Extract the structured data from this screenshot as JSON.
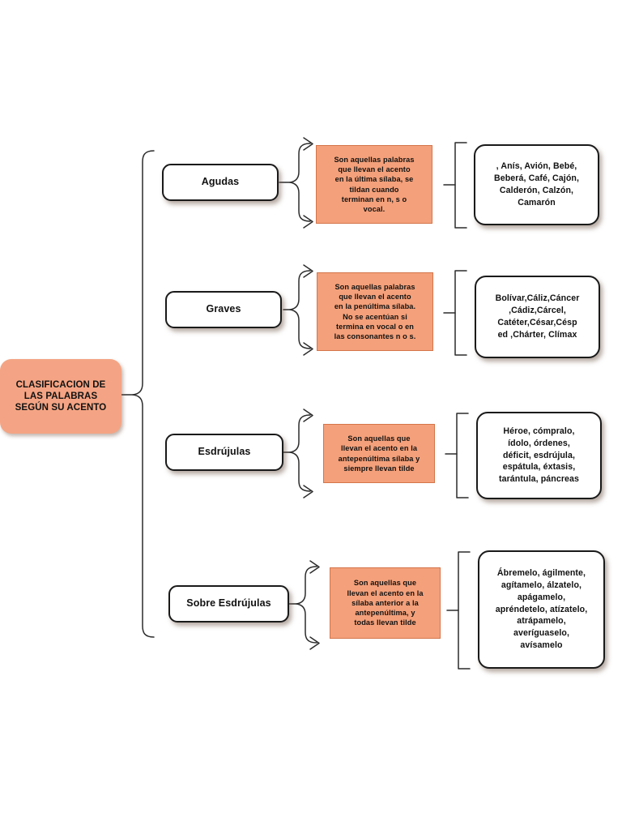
{
  "document": {
    "title": "CLASIFICACION DE LAS PALABRAS SEGÚN SU ACENTO",
    "type": "diagram",
    "background_color": "#ffffff"
  },
  "colors": {
    "accent_orange": "#F4A484",
    "definition_orange": "#F4A07A",
    "definition_border": "#D4754B",
    "node_border": "#1a1a1a",
    "node_fill": "#ffffff",
    "text": "#111111",
    "connector": "#2b2b2b"
  },
  "root": {
    "label": "CLASIFICACION DE LAS PALABRAS SEGÚN SU ACENTO",
    "lines": [
      "CLASIFICACION DE",
      "LAS PALABRAS",
      "SEGÚN SU ACENTO"
    ]
  },
  "branches": [
    {
      "id": "agudas",
      "category": "Agudas",
      "definition": "Son aquellas palabras que llevan el acento en la última sílaba, se tildan cuando terminan en n, s o vocal.",
      "definition_lines": [
        "Son aquellas palabras",
        "que llevan el acento",
        "en la última sílaba, se",
        "tildan cuando",
        "terminan en n, s o",
        "vocal."
      ],
      "examples": ", Anís, Avión, Bebé, Beberá, Café, Cajón, Calderón, Calzón, Camarón",
      "examples_lines": [
        ", Anís, Avión, Bebé,",
        "Beberá, Café, Cajón,",
        "Calderón, Calzón,",
        "Camarón"
      ]
    },
    {
      "id": "graves",
      "category": "Graves",
      "definition": "Son aquellas palabras que llevan el acento en la penúltima sílaba. No se acentúan si termina en vocal o en las consonantes n o s.",
      "definition_lines": [
        "Son aquellas palabras",
        "que llevan el acento",
        "en la penúltima sílaba.",
        "No se acentúan si",
        "termina en vocal o en",
        "las consonantes n o s."
      ],
      "examples": "Bolívar,Cáliz,Cáncer ,Cádiz,Cárcel, Catéter,César,Césped ,Chárter, Clímax",
      "examples_lines": [
        "Bolívar,Cáliz,Cáncer",
        ",Cádiz,Cárcel,",
        "Catéter,César,Césp",
        "ed ,Chárter, Clímax"
      ]
    },
    {
      "id": "esdrujulas",
      "category": "Esdrújulas",
      "definition": "Son aquellas que llevan el acento en la antepenúltima sílaba y siempre llevan tilde",
      "definition_lines": [
        "Son aquellas que",
        "llevan el acento en la",
        "antepenúltima sílaba y",
        "siempre llevan tilde"
      ],
      "examples": "Héroe, cómpralo, ídolo, órdenes, déficit, esdrújula, espátula, éxtasis, tarántula, páncreas",
      "examples_lines": [
        "Héroe, cómpralo,",
        "ídolo, órdenes,",
        "déficit, esdrújula,",
        "espátula, éxtasis,",
        "tarántula, páncreas"
      ]
    },
    {
      "id": "sobre-esdrujulas",
      "category": "Sobre Esdrújulas",
      "definition": "Son aquellas que llevan el acento en la sílaba anterior a la antepenúltima, y todas llevan tilde",
      "definition_lines": [
        "Son aquellas que",
        "llevan el acento en la",
        "sílaba anterior a la",
        "antepenúltima, y",
        "todas llevan tilde"
      ],
      "examples": "Ábremelo, ágilmente, agítamelo, álzatelo, apágamelo, apréndetelo, atízatelo, atrápamelo, averíguaselo, avísamelo",
      "examples_lines": [
        "Ábremelo, ágilmente,",
        "agítamelo, álzatelo,",
        "apágamelo,",
        "apréndetelo, atízatelo,",
        "atrápamelo,",
        "averíguaselo,",
        "avísamelo"
      ]
    }
  ]
}
